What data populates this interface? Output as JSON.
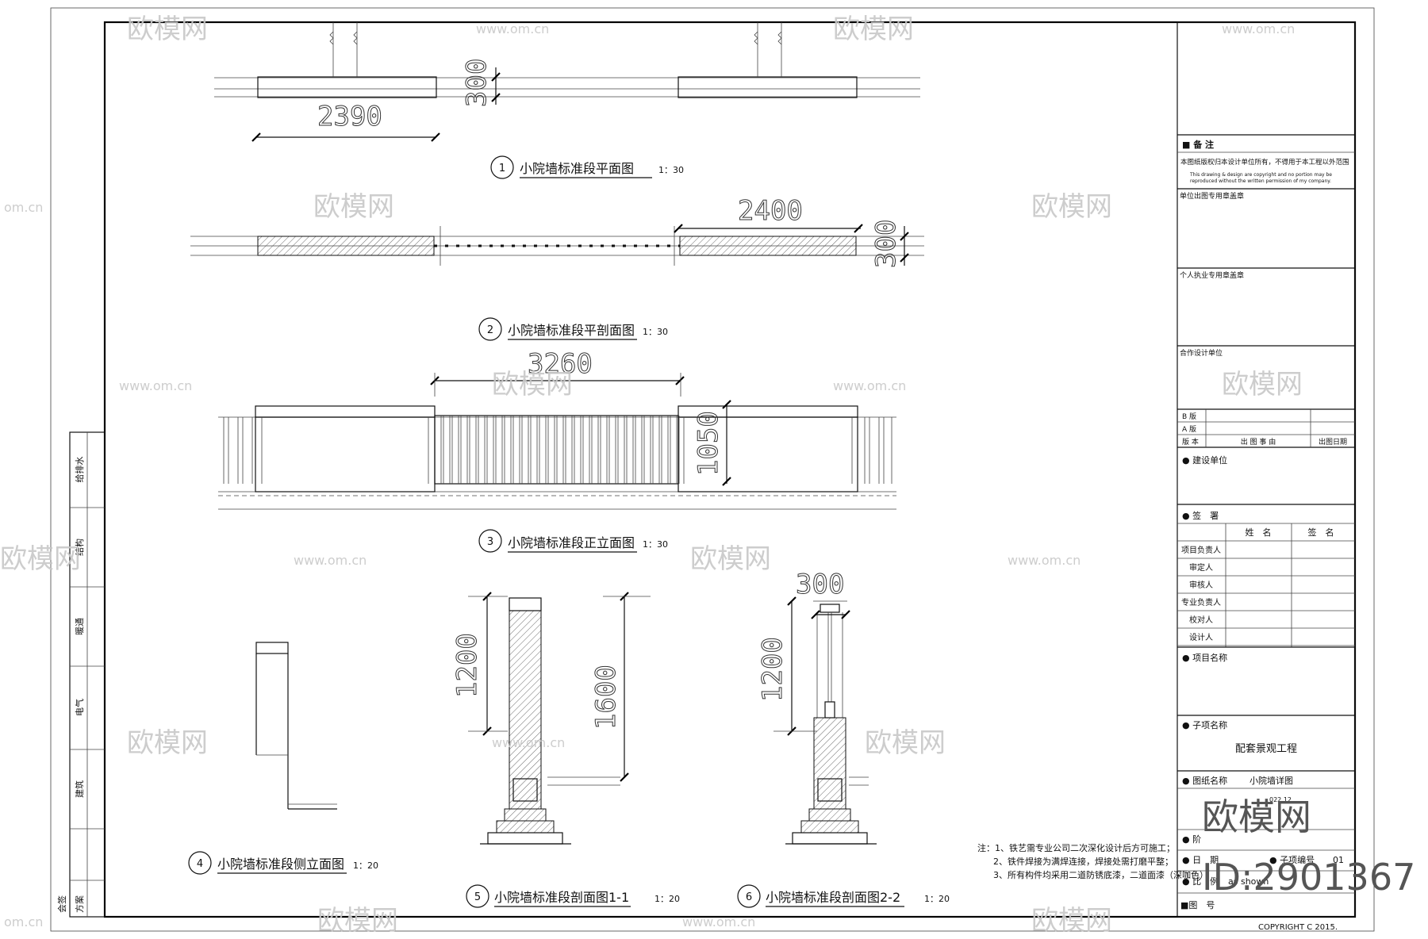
{
  "watermark": {
    "brand": "欧模网",
    "url": "www.om.cn",
    "url_short": "om.cn",
    "id": "ID:2901367"
  },
  "drawings": {
    "d1": {
      "num": "1",
      "title": "小院墙标准段平面图",
      "scale": "1：30",
      "dim_width": "2390",
      "dim_thick": "300"
    },
    "d2": {
      "num": "2",
      "title": "小院墙标准段平剖面图",
      "scale": "1：30",
      "dim_width": "2400",
      "dim_thick": "300"
    },
    "d3": {
      "num": "3",
      "title": "小院墙标准段正立面图",
      "scale": "1：30",
      "dim_width": "3260",
      "dim_height": "1050"
    },
    "d4": {
      "num": "4",
      "title": "小院墙标准段侧立面图",
      "scale": "1：20"
    },
    "d5": {
      "num": "5",
      "title": "小院墙标准段剖面图1-1",
      "scale": "1：20",
      "dim_a": "1200",
      "dim_b": "1600"
    },
    "d6": {
      "num": "6",
      "title": "小院墙标准段剖面图2-2",
      "scale": "1：20",
      "dim_top": "300",
      "dim_a": "1200"
    }
  },
  "notes": [
    "注：1、铁艺需专业公司二次深化设计后方可施工；",
    "2、铁件焊接为满焊连接，焊接处需打磨平整；",
    "3、所有构件均采用二道防锈底漆，二道面漆（深咖色）"
  ],
  "left_strip": [
    "给排水",
    "结构",
    "暖通",
    "电气",
    "建筑",
    "方案",
    "会签"
  ],
  "title_block": {
    "remarks_label": "■ 备 注",
    "remarks_cn": "本图纸版权归本设计单位所有，不得用于本工程以外范围",
    "remarks_en_1": "This drawing & design are copyright and no portion may be",
    "remarks_en_2": "reproduced without the written permission of my company.",
    "unit_stamp": "单位出图专用章盖章",
    "personal_stamp": "个人执业专用章盖章",
    "coop_unit": "合作设计单位",
    "rev_b": "B 版",
    "rev_a": "A 版",
    "rev_ver": "版 本",
    "rev_reason": "出 图 事 由",
    "rev_date": "出图日期",
    "client": "● 建设单位",
    "sign": "● 签　署",
    "col_name": "姓　名",
    "col_sign": "签　名",
    "roles": [
      "项目负责人",
      "审定人",
      "审核人",
      "专业负责人",
      "校对人",
      "设计人"
    ],
    "project_name": "● 项目名称",
    "sub_name_label": "● 子项名称",
    "sub_name": "配套景观工程",
    "drawing_name_label": "● 图纸名称",
    "drawing_name": "小院墙详图",
    "stage": "● 阶",
    "date": "● 日　期",
    "date_value": "022.12",
    "sub_no": "● 子项编号",
    "sub_no_value": "01",
    "scale_label": "● 比　例",
    "scale_value": "as shown",
    "drawing_no": "■图　号",
    "copyright": "COPYRIGHT C 2015."
  }
}
